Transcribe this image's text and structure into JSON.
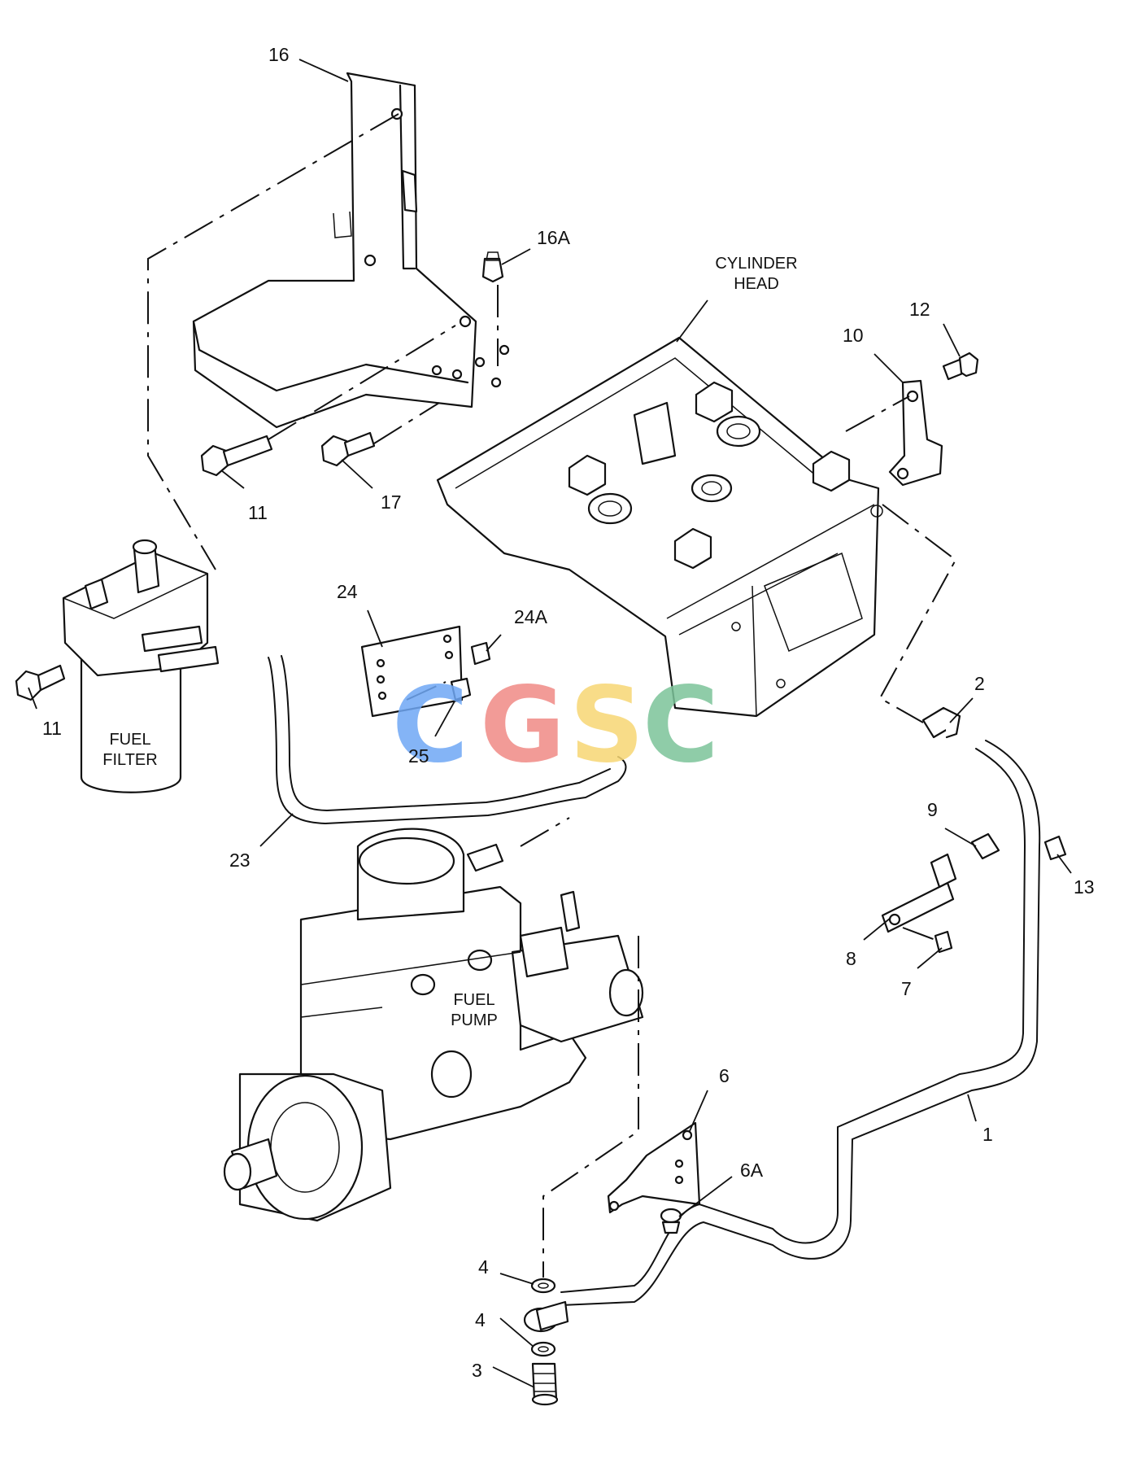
{
  "callouts": {
    "c16": "16",
    "c16a": "16A",
    "c11a": "11",
    "c17": "17",
    "c10": "10",
    "c12": "12",
    "c11b": "11",
    "c24": "24",
    "c24a": "24A",
    "c25": "25",
    "c2": "2",
    "c9": "9",
    "c13": "13",
    "c8": "8",
    "c7": "7",
    "c23": "23",
    "c6": "6",
    "c6a": "6A",
    "c1": "1",
    "c4a": "4",
    "c4b": "4",
    "c3": "3"
  },
  "captions": {
    "cylinder_head_1": "CYLINDER",
    "cylinder_head_2": "HEAD",
    "fuel_filter_1": "FUEL",
    "fuel_filter_2": "FILTER",
    "fuel_pump_1": "FUEL",
    "fuel_pump_2": "PUMP"
  },
  "watermark": {
    "letters": [
      "C",
      "G",
      "S",
      "C"
    ],
    "colors": [
      "#6fa8f5",
      "#f08a86",
      "#f7d774",
      "#7cc49a"
    ]
  }
}
